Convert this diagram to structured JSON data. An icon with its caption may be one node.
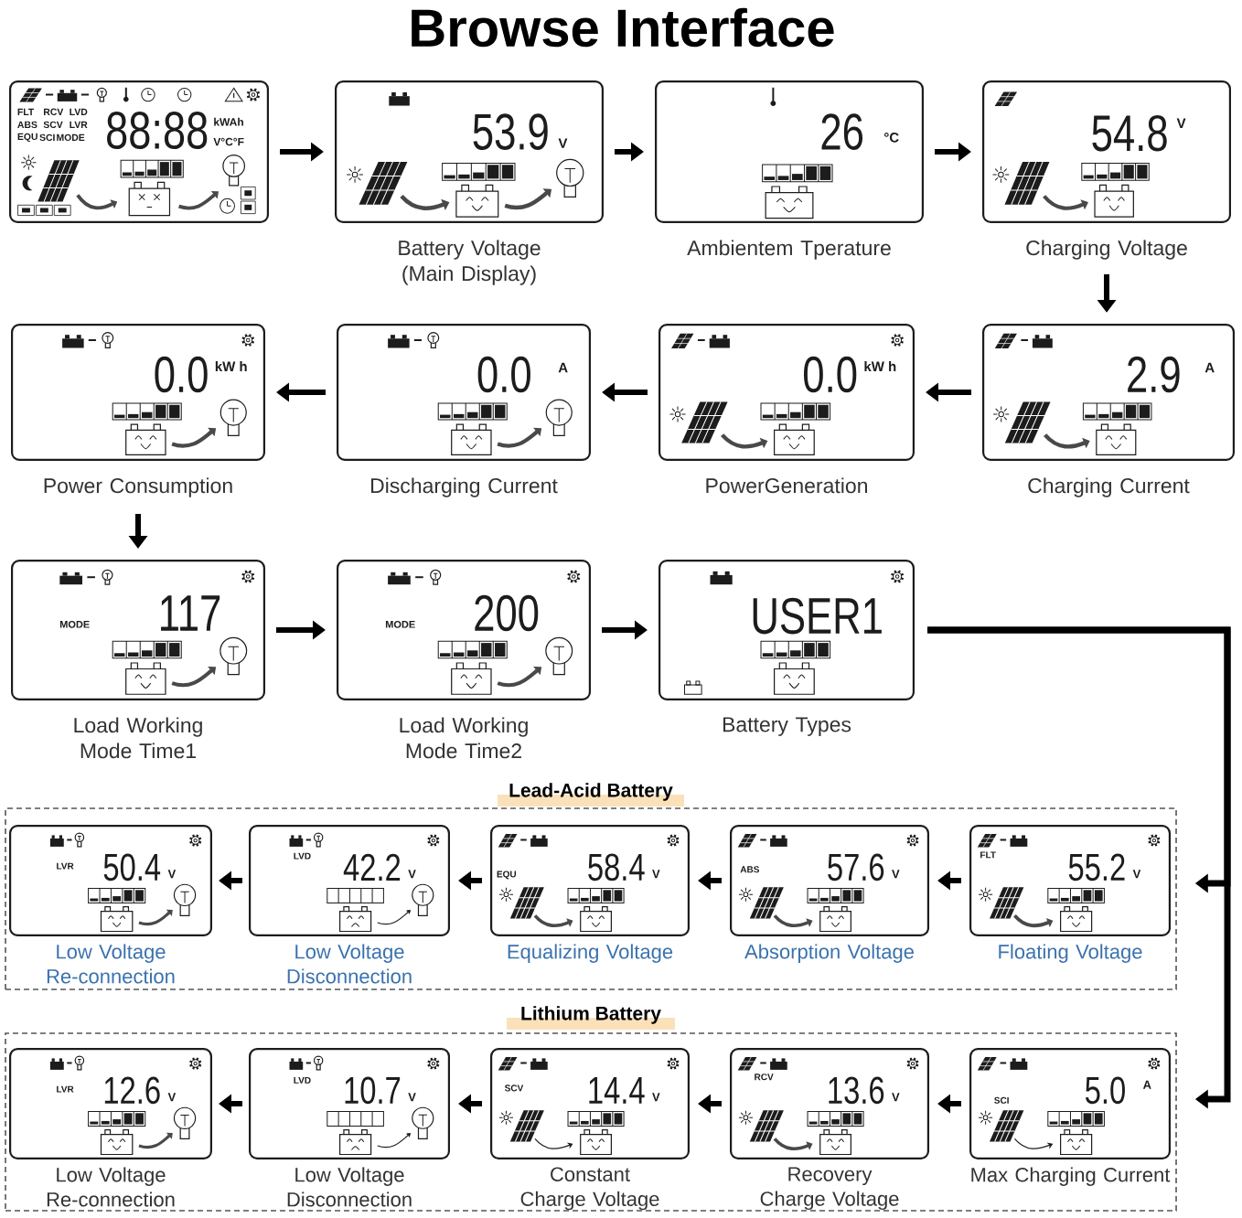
{
  "diagram": {
    "title": "Browse Interface",
    "nodes": [
      {
        "text": [
          "FLT",
          "RCV",
          "LVD",
          "ABS",
          "SCV",
          "LVR",
          "EQU",
          "SCI",
          "MODE",
          "88:88",
          "kWAh",
          "V°C°F"
        ]
      },
      {
        "text": [
          "53.9",
          "V"
        ],
        "beside": [
          "Battery Voltage (Main Display)"
        ]
      },
      {
        "text": [
          "26",
          "°C"
        ],
        "beside": [
          "Ambientem Tperature"
        ]
      },
      {
        "text": [
          "54.8",
          "V"
        ],
        "beside": [
          "Charging Voltage"
        ]
      },
      {
        "text": [
          "0.0",
          "kW h"
        ],
        "beside": [
          "Power Consumption"
        ]
      },
      {
        "text": [
          "0.0",
          "A"
        ],
        "beside": [
          "Discharging Current"
        ]
      },
      {
        "text": [
          "0.0",
          "kW h"
        ],
        "beside": [
          "PowerGeneration"
        ]
      },
      {
        "text": [
          "2.9",
          "A"
        ],
        "beside": [
          "Charging Current"
        ]
      },
      {
        "text": [
          "MODE",
          "117"
        ],
        "beside": [
          "Load Working Mode Time1"
        ]
      },
      {
        "text": [
          "MODE",
          "200"
        ],
        "beside": [
          "Load Working Mode Time2"
        ]
      },
      {
        "text": [
          "USER1"
        ],
        "beside": [
          "Battery Types"
        ]
      },
      {
        "text": [
          "Lead-Acid Battery"
        ]
      },
      {
        "text": [
          "LVR",
          "50.4",
          "V"
        ],
        "in": 11,
        "beside": [
          "Low Voltage Re-connection"
        ]
      },
      {
        "text": [
          "LVD",
          "42.2",
          "V"
        ],
        "in": 11,
        "beside": [
          "Low Voltage Disconnection"
        ]
      },
      {
        "text": [
          "EQU",
          "58.4",
          "V"
        ],
        "in": 11,
        "beside": [
          "Equalizing Voltage"
        ]
      },
      {
        "text": [
          "ABS",
          "57.6",
          "V"
        ],
        "in": 11,
        "beside": [
          "Absorption Voltage"
        ]
      },
      {
        "text": [
          "FLT",
          "55.2",
          "V"
        ],
        "in": 11,
        "beside": [
          "Floating Voltage"
        ]
      },
      {
        "text": [
          "Lithium Battery"
        ]
      },
      {
        "text": [
          "LVR",
          "12.6",
          "V"
        ],
        "in": 17,
        "beside": [
          "Low Voltage Re-connection"
        ]
      },
      {
        "text": [
          "LVD",
          "10.7",
          "V"
        ],
        "in": 17,
        "beside": [
          "Low Voltage Disconnection"
        ]
      },
      {
        "text": [
          "SCV",
          "14.4",
          "V"
        ],
        "in": 17,
        "beside": [
          "Constant Charge Voltage"
        ]
      },
      {
        "text": [
          "RCV",
          "13.6",
          "V"
        ],
        "in": 17,
        "beside": [
          "Recovery Charge Voltage"
        ]
      },
      {
        "text": [
          "SCI",
          "5.0",
          "A"
        ],
        "in": 17,
        "beside": [
          "Max Charging Current"
        ]
      }
    ],
    "edges": [
      {
        "from": 0,
        "to": 1,
        "arrow": "to"
      },
      {
        "from": 1,
        "to": 2,
        "arrow": "to"
      },
      {
        "from": 2,
        "to": 3,
        "arrow": "to"
      },
      {
        "from": 3,
        "to": 7,
        "arrow": "to"
      },
      {
        "from": 7,
        "to": 6,
        "arrow": "to"
      },
      {
        "from": 6,
        "to": 5,
        "arrow": "to"
      },
      {
        "from": 5,
        "to": 4,
        "arrow": "to"
      },
      {
        "from": 4,
        "to": 8,
        "arrow": "to"
      },
      {
        "from": 8,
        "to": 9,
        "arrow": "to"
      },
      {
        "from": 9,
        "to": 10,
        "arrow": "to"
      },
      {
        "from": 10,
        "to": 11,
        "arrow": "to"
      },
      {
        "from": 10,
        "to": 17,
        "arrow": "to"
      },
      {
        "from": 16,
        "to": 15,
        "arrow": "to"
      },
      {
        "from": 15,
        "to": 14,
        "arrow": "to"
      },
      {
        "from": 14,
        "to": 13,
        "arrow": "to"
      },
      {
        "from": 13,
        "to": 12,
        "arrow": "to"
      },
      {
        "from": 22,
        "to": 21,
        "arrow": "to"
      },
      {
        "from": 21,
        "to": 20,
        "arrow": "to"
      },
      {
        "from": 20,
        "to": 19,
        "arrow": "to"
      },
      {
        "from": 19,
        "to": 18,
        "arrow": "to"
      }
    ]
  }
}
